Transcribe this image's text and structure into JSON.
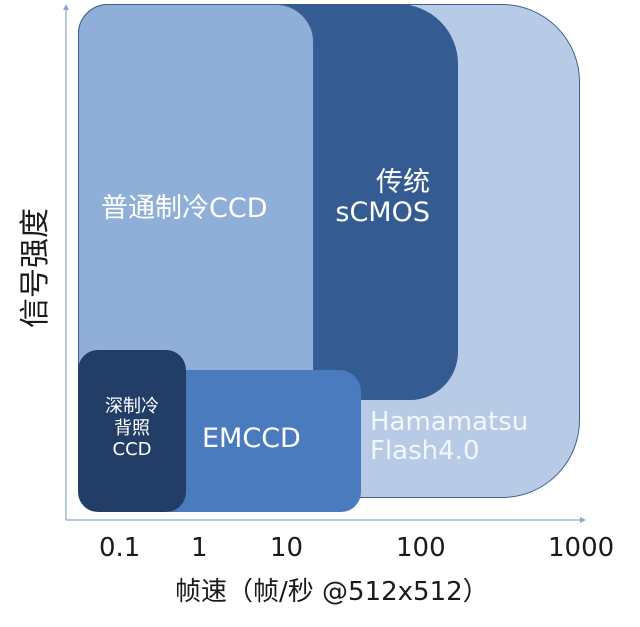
{
  "chart_data": {
    "type": "diagram",
    "title": "",
    "xlabel": "帧速（帧/秒 @512x512）",
    "ylabel": "信号强度",
    "x_ticks": [
      "0.1",
      "1",
      "10",
      "100",
      "1000"
    ],
    "regions": [
      {
        "name": "Hamamatsu Flash4.0",
        "label_lines": [
          "Hamamatsu",
          "Flash4.0"
        ],
        "color": "#b7cbe7",
        "x_range": [
          "0.1",
          "1000"
        ],
        "signal": "high"
      },
      {
        "name": "传统sCMOS",
        "label_lines": [
          "传统",
          "sCMOS"
        ],
        "color": "#345c93",
        "x_range": [
          "0.1",
          "100"
        ],
        "signal": "high"
      },
      {
        "name": "普通制冷CCD",
        "label_lines": [
          "普通制冷CCD"
        ],
        "color": "#8fafd9",
        "x_range": [
          "0.1",
          "10"
        ],
        "signal": "high"
      },
      {
        "name": "EMCCD",
        "label_lines": [
          "EMCCD"
        ],
        "color": "#4a7bbe",
        "x_range": [
          "0.1",
          "30"
        ],
        "signal": "low"
      },
      {
        "name": "深制冷背照CCD",
        "label_lines": [
          "深制冷",
          "背照",
          "CCD"
        ],
        "color": "#233e66",
        "x_range": [
          "0.1",
          "1"
        ],
        "signal": "low"
      }
    ]
  },
  "labels": {
    "hamamatsu_1": "Hamamatsu",
    "hamamatsu_2": "Flash4.0",
    "scmos_1": "传统",
    "scmos_2": "sCMOS",
    "ccd": "普通制冷CCD",
    "emccd": "EMCCD",
    "deep_1": "深制冷",
    "deep_2": "背照",
    "deep_3": "CCD"
  },
  "axes": {
    "ylabel": "信号强度",
    "xlabel": "帧速（帧/秒 @512x512）",
    "ticks": [
      "0.1",
      "1",
      "10",
      "100",
      "1000"
    ]
  }
}
